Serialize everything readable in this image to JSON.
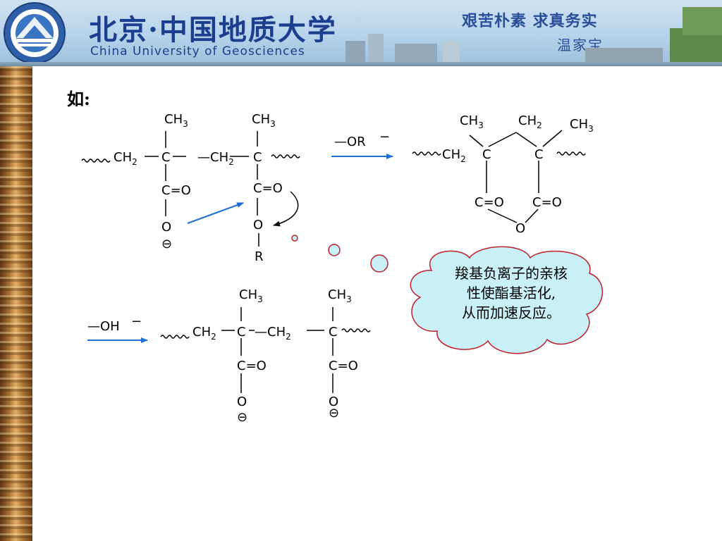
{
  "header": {
    "university_name_cn": "北京·中国地质大学",
    "university_name_en": "China University of Geosciences",
    "motto": "艰苦朴素 求真务实",
    "motto_signature": "温家宝"
  },
  "slide": {
    "intro_label": "如:"
  },
  "reaction1": {
    "reagent_label": "—OR",
    "reagent_charge": "−",
    "reactant": {
      "chain_left": "CH",
      "chain_left_sub": "2",
      "chain_mid": "—CH",
      "chain_mid_sub": "2",
      "methyl_1": "CH",
      "methyl_1_sub": "3",
      "methyl_2": "CH",
      "methyl_2_sub": "3",
      "quat_c_1": "C",
      "quat_c_2": "C",
      "carbonyl_1": "C=O",
      "carbonyl_2": "C=O",
      "oxygen_1": "O",
      "oxygen_2": "O",
      "negative_charge": "⊖",
      "ester_group": "R"
    },
    "product": {
      "chain_left": "CH",
      "chain_left_sub": "2",
      "methyl_1": "CH",
      "methyl_1_sub": "3",
      "bridge_ch2": "CH",
      "bridge_ch2_sub": "2",
      "methyl_2": "CH",
      "methyl_2_sub": "3",
      "quat_c_1": "C",
      "quat_c_2": "C",
      "carbonyl_1": "C=O",
      "carbonyl_2": "C=O",
      "ring_oxygen": "O"
    }
  },
  "reaction2": {
    "reagent_label": "—OH",
    "reagent_charge": "−",
    "product": {
      "chain_left": "CH",
      "chain_left_sub": "2",
      "chain_mid": "—CH",
      "chain_mid_sub": "2",
      "methyl_1": "CH",
      "methyl_1_sub": "3",
      "methyl_2": "CH",
      "methyl_2_sub": "3",
      "quat_c_1": "C",
      "quat_c_2": "C",
      "carbonyl_1": "C=O",
      "carbonyl_2": "C=O",
      "oxygen_1": "O",
      "oxygen_2": "O",
      "charge_1": "⊖",
      "charge_2": "⊖"
    }
  },
  "callout": {
    "line1": "羧基负离子的亲核",
    "line2": "性使酯基活化,",
    "line3": "从而加速反应。",
    "fill_color": "#c8f0f6",
    "border_color": "#c0202a"
  },
  "colors": {
    "arrow_blue": "#1f6fd6",
    "text_black": "#000000"
  }
}
